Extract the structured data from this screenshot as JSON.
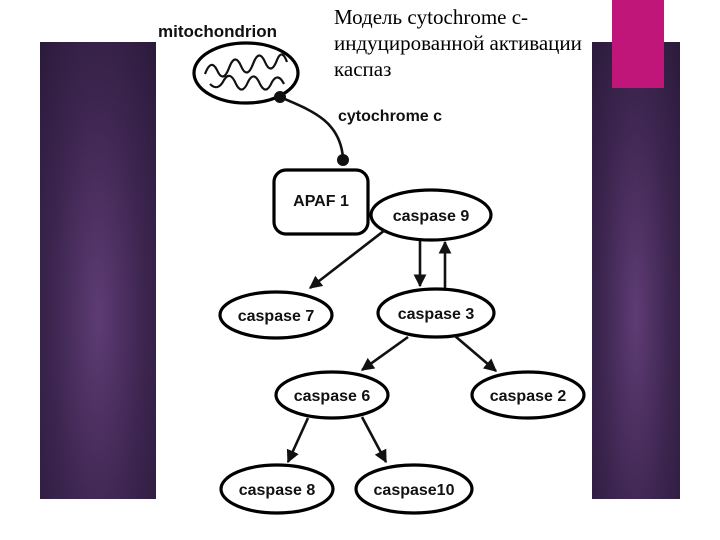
{
  "slide": {
    "title": "Модель cytochrome c-индуцированной активации каспаз"
  },
  "diagram": {
    "mitochondrion_label": "mitochondrion",
    "cytochrome_label": "cytochrome c",
    "nodes": {
      "apaf1": "APAF 1",
      "caspase9": "caspase 9",
      "caspase7": "caspase 7",
      "caspase3": "caspase 3",
      "caspase6": "caspase 6",
      "caspase2": "caspase 2",
      "caspase8": "caspase 8",
      "caspase10": "caspase10"
    }
  },
  "colors": {
    "panel": "#3d2650",
    "accent": "#c0167a",
    "ink": "#000000"
  }
}
